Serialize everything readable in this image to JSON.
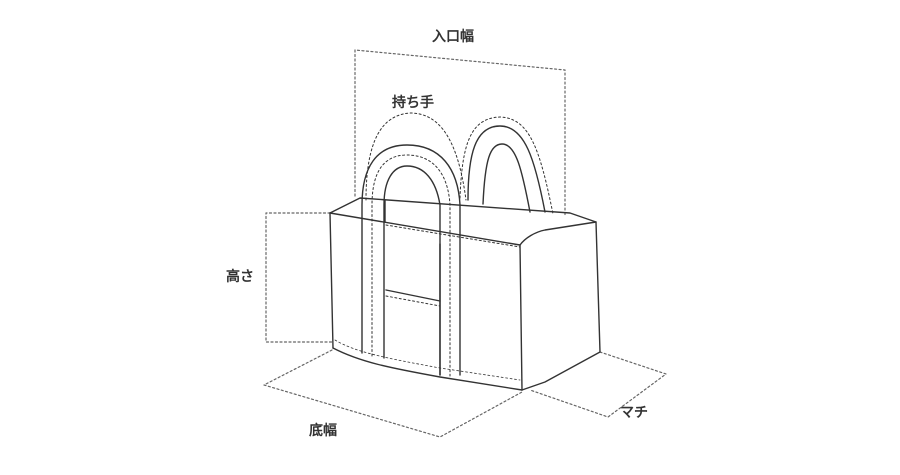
{
  "labels": {
    "opening_width": "入口幅",
    "handle": "持ち手",
    "height": "高さ",
    "bottom_width": "底幅",
    "gusset": "マチ"
  },
  "colors": {
    "outline": "#333333",
    "dimension_line": "#666666",
    "background": "#ffffff"
  }
}
